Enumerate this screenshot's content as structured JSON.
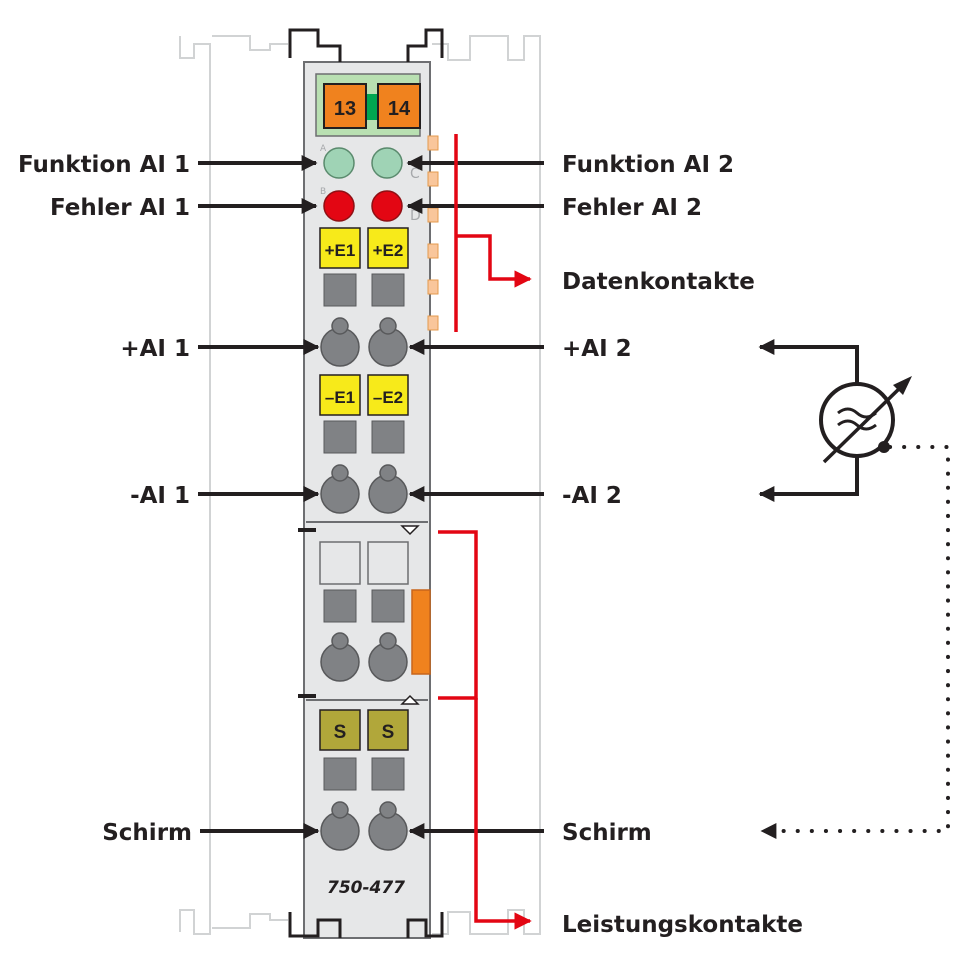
{
  "module": {
    "model": "750-477",
    "connector_labels": [
      "13",
      "14"
    ],
    "terminal_labels": [
      "+E1",
      "+E2",
      "–E1",
      "–E2",
      "S",
      "S"
    ],
    "led_letters": [
      "A",
      "C",
      "B",
      "D"
    ]
  },
  "labels": {
    "funktion_ai1": "Funktion AI 1",
    "fehler_ai1": "Fehler AI 1",
    "plus_ai1": "+AI 1",
    "minus_ai1": "-AI 1",
    "schirm_left": "Schirm",
    "funktion_ai2": "Funktion AI 2",
    "fehler_ai2": "Fehler AI 2",
    "datenkontakte": "Datenkontakte",
    "plus_ai2": "+AI 2",
    "minus_ai2": "-AI 2",
    "schirm_right": "Schirm",
    "leistungskontakte": "Leistungskontakte"
  },
  "colors": {
    "led_function": "#9fd3b5",
    "led_error": "#e30613",
    "terminal_yellow": "#f7ea1a",
    "terminal_olive": "#b1a73a",
    "connector_orange": "#f0821e",
    "connector_green_bg": "#b9e0b2",
    "arrow_black": "#231f20",
    "arrow_red": "#e30613",
    "housing_grey": "#e6e7e8"
  },
  "icons": [
    "variable-sensor-icon",
    "ground-dot-icon"
  ]
}
